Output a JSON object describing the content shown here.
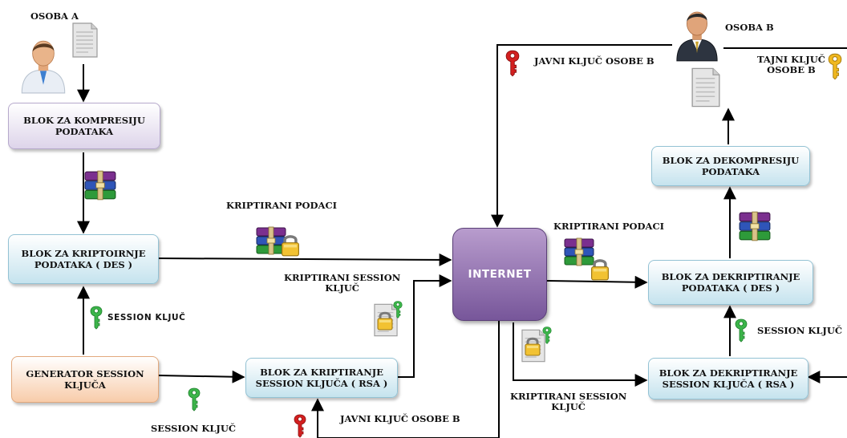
{
  "people": {
    "a_label": "OSOBA A",
    "b_label": "OSOBA B"
  },
  "boxes": {
    "kompresija": "BLOK ZA KOMPRESIJU\nPODATAKA",
    "kriptiranje_podataka": "BLOK ZA KRIPTOIRNJE\nPODATAKA ( DES )",
    "generator": "GENERATOR SESSION\nKLJUČA",
    "kriptiranje_session": "BLOK ZA KRIPTIRANJE\nSESSION KLJUČA ( RSA )",
    "internet": "INTERNET",
    "dekompresija": "BLOK ZA DEKOMPRESIJU\nPODATAKA",
    "dekriptiranje_podataka": "BLOK ZA DEKRIPTIRANJE\nPODATAKA ( DES )",
    "dekriptiranje_session": "BLOK ZA DEKRIPTIRANJE\nSESSION KLJUČA ( RSA )"
  },
  "labels": {
    "session_kljuc_left": "SESSION KLJUČ",
    "session_kljuc_bottom": "SESSION KLJUČ",
    "kriptirani_podaci_left": "KRIPTIRANI PODACI",
    "kriptirani_session_left": "KRIPTIRANI SESSION\nKLJUČ",
    "javni_kljuc_bottom": "JAVNI KLJUČ OSOBE B",
    "javni_kljuc_top": "JAVNI KLJUČ OSOBE B",
    "tajni_kljuc": "TAJNI KLJUČ\nOSOBE B",
    "kriptirani_podaci_right": "KRIPTIRANI PODACI",
    "kriptirani_session_right": "KRIPTIRANI SESSION\nKLJUČ",
    "session_kljuc_right": "SESSION KLJUČ"
  },
  "colors": {
    "box_purple": "#ddd4ea",
    "box_blue": "#c5e3ee",
    "box_orange": "#f8ccaa",
    "internet": "#8a6aa9",
    "key_green": "#3cb54a",
    "key_red": "#d42020",
    "key_yellow": "#f0b820"
  }
}
